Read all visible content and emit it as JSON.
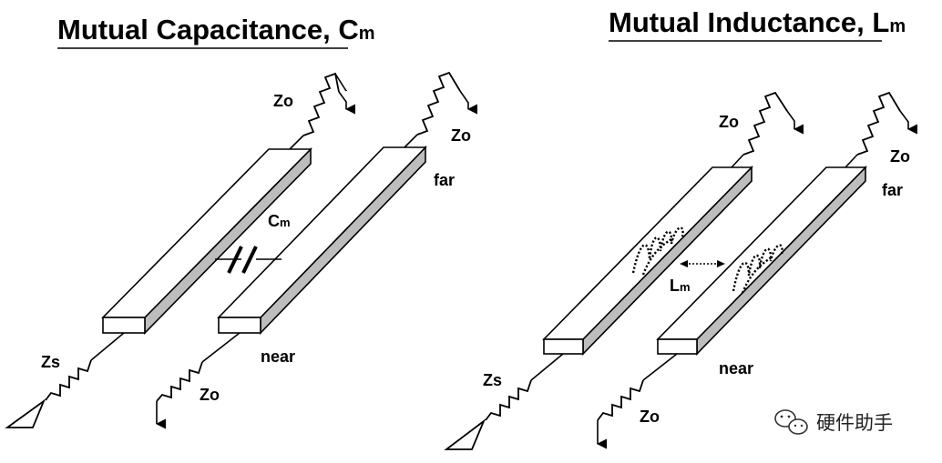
{
  "left_panel": {
    "title_main": "Mutual Capacitance",
    "title_sep": ", ",
    "title_symbol": "C",
    "title_symbol_sub": "m",
    "source_label": "Zs",
    "load_far_a": "Zo",
    "load_far_b": "Zo",
    "load_near": "Zo",
    "far_label": "far",
    "near_label": "near",
    "coupling_label": "C",
    "coupling_sub": "m"
  },
  "right_panel": {
    "title_main": "Mutual Inductance",
    "title_sep": ", ",
    "title_symbol": "L",
    "title_symbol_sub": "m",
    "source_label": "Zs",
    "load_far_a": "Zo",
    "load_far_b": "Zo",
    "load_near": "Zo",
    "far_label": "far",
    "near_label": "near",
    "coupling_label": "L",
    "coupling_sub": "m"
  },
  "watermark": {
    "text": "硬件助手",
    "icon": "wechat-icon"
  }
}
